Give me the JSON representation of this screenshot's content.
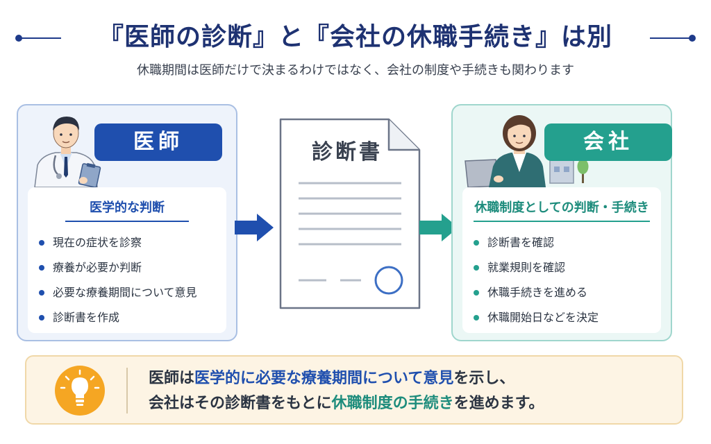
{
  "title": "『医師の診断』と『会社の休職手続き』は別",
  "subtitle": "休職期間は医師だけで決まるわけではなく、会社の制度や手続きも関わります",
  "doctor": {
    "label": "医師",
    "card_title": "医学的な判断",
    "items": [
      "現在の症状を診察",
      "療養が必要か判断",
      "必要な療養期間について意見",
      "診断書を作成"
    ]
  },
  "document": {
    "title": "診断書"
  },
  "company": {
    "label": "会社",
    "card_title": "休職制度としての判断・手続き",
    "items": [
      "診断書を確認",
      "就業規則を確認",
      "休職手続きを進める",
      "休職開始日などを決定"
    ]
  },
  "note": {
    "line1_a": "医師は",
    "line1_b": "医学的に必要な療養期間について意見",
    "line1_c": "を示し、",
    "line2_a": "会社はその診断書をもとに",
    "line2_b": "休職制度の手続き",
    "line2_c": "を進めます。"
  },
  "colors": {
    "title": "#1e3272",
    "doctor_accent": "#1f4fae",
    "company_accent": "#24a08e",
    "note_bg": "#fdf4e4",
    "bulb": "#f5a623"
  },
  "icons": {
    "doctor": "doctor-illustration",
    "company": "office-worker-illustration",
    "document": "document-icon",
    "bulb": "lightbulb-icon"
  }
}
